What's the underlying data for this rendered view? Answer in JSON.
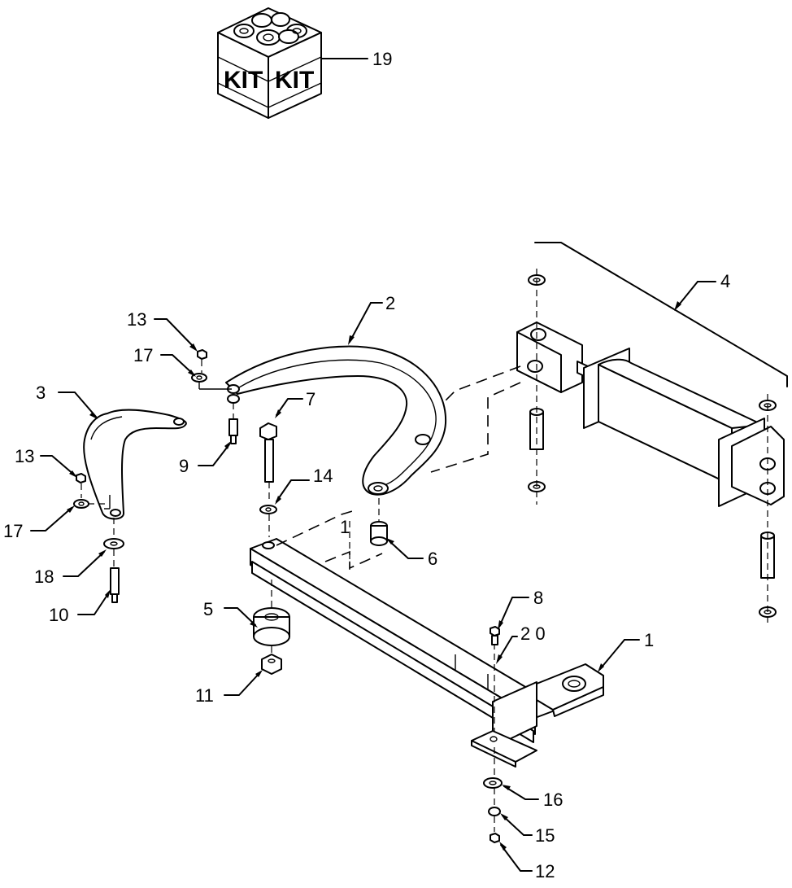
{
  "kit": {
    "face_left": "KIT",
    "face_right": "KIT",
    "icon": "parts-kit-box-icon"
  },
  "labels": {
    "p1": "1",
    "p2": "2",
    "p3": "3",
    "p4": "4",
    "p5": "5",
    "p6": "6",
    "p7": "7",
    "p8": "8",
    "p9": "9",
    "p10": "10",
    "p11": "11",
    "p12": "12",
    "p13a": "13",
    "p13b": "13",
    "p14": "14",
    "p15": "15",
    "p16": "16",
    "p17a": "17",
    "p17b": "17",
    "p18": "18",
    "p19": "19",
    "p20": "2 0",
    "ref1": "1"
  }
}
